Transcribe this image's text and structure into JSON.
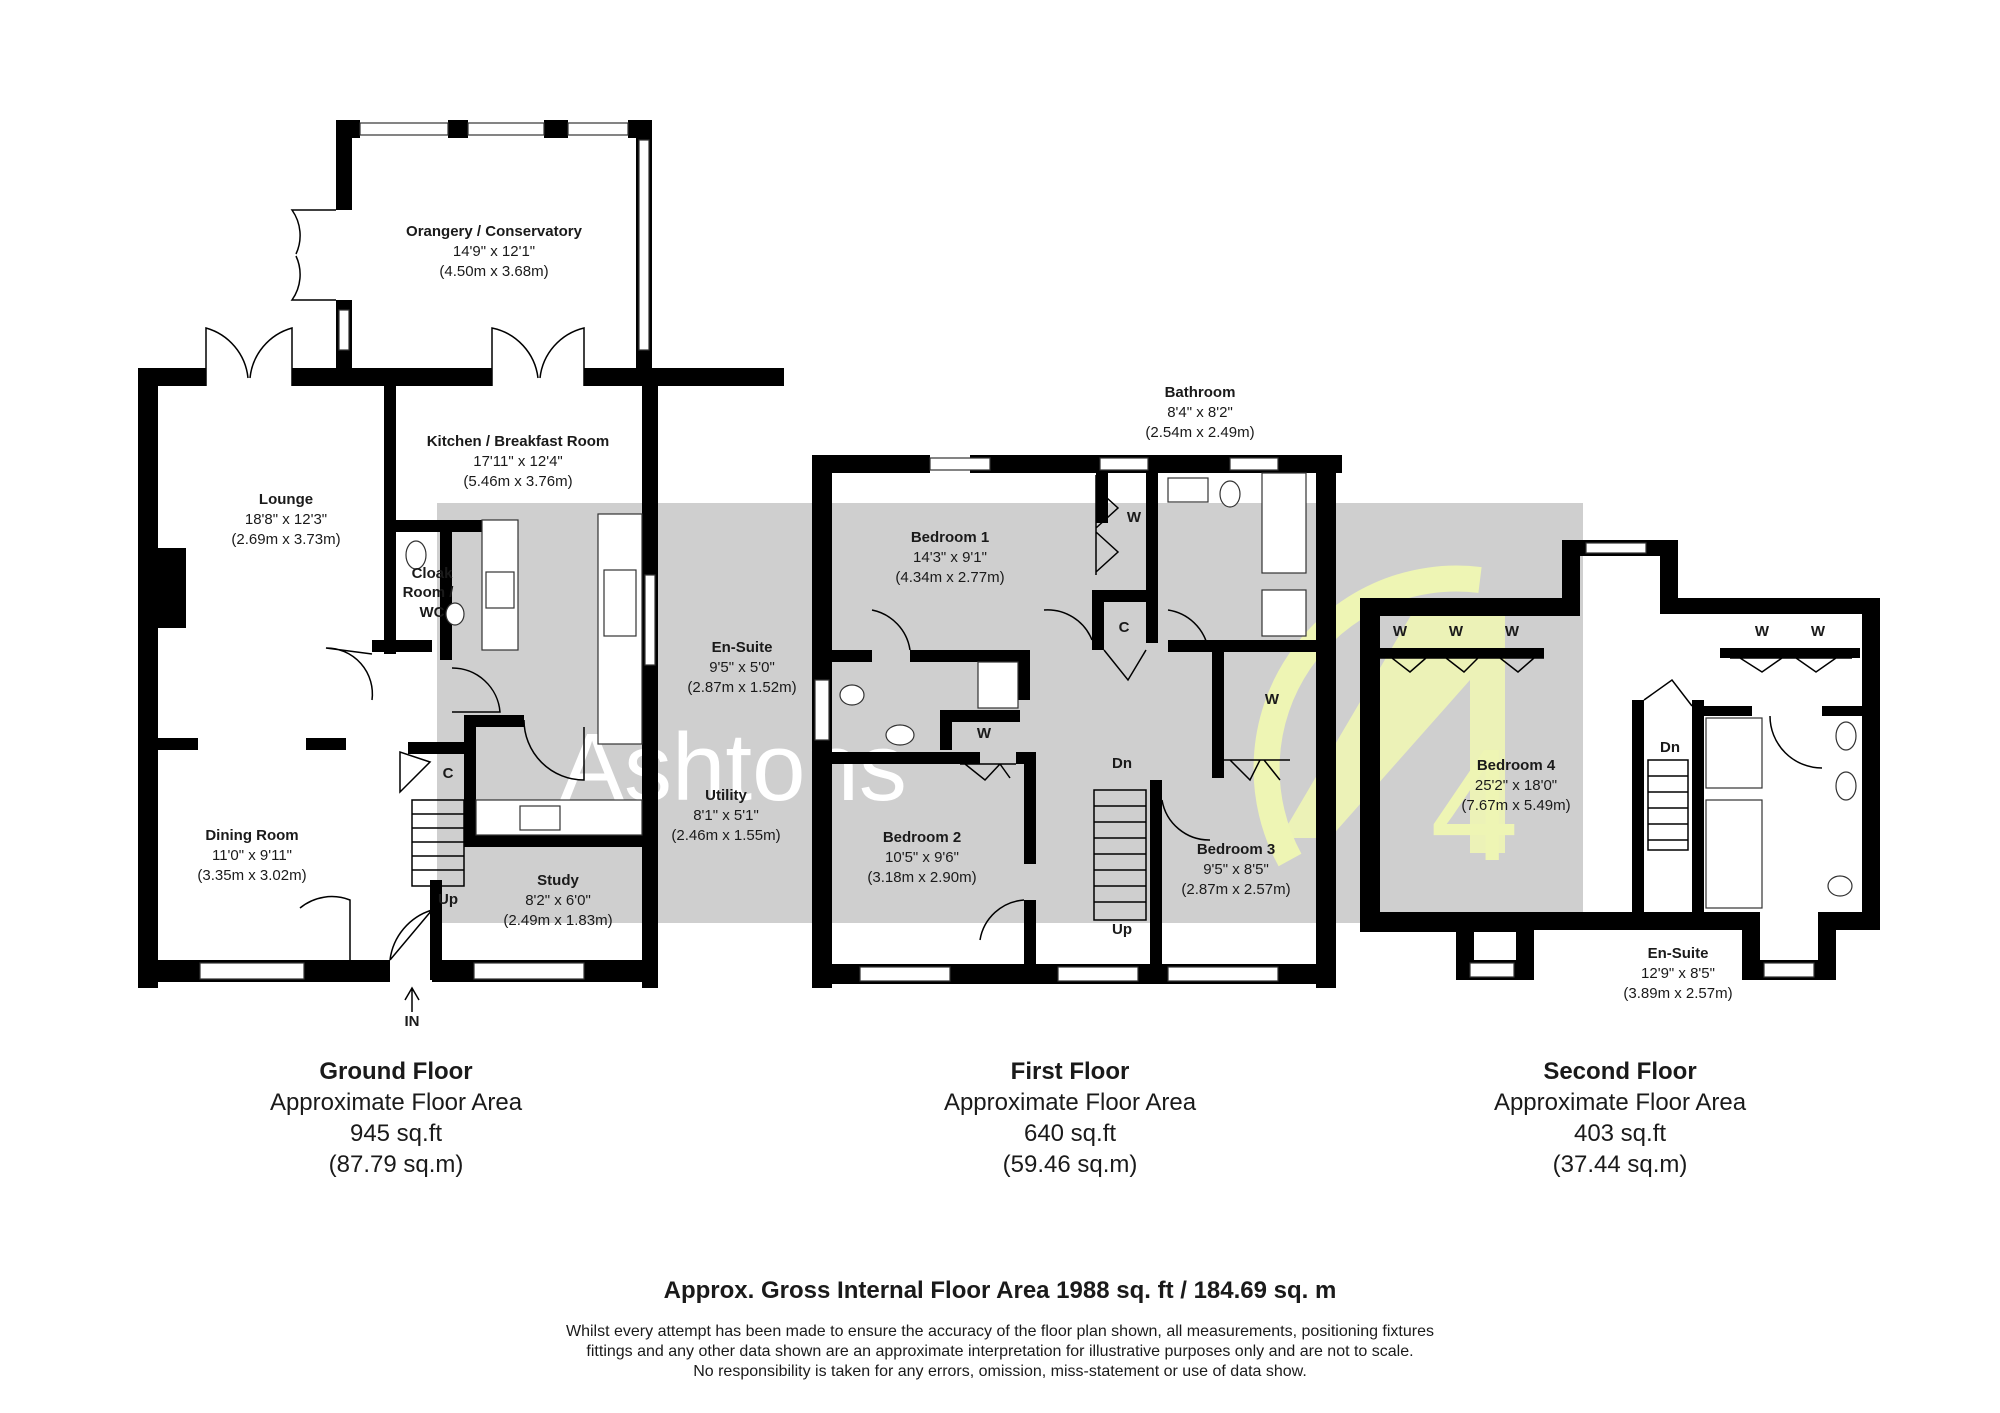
{
  "watermark": {
    "brand_text": "Ashtons",
    "brand_mark": "4"
  },
  "ground": {
    "orangery": {
      "name": "Orangery / Conservatory",
      "imperial": "14'9\" x 12'1\"",
      "metric": "(4.50m x 3.68m)"
    },
    "kitchen": {
      "name": "Kitchen / Breakfast Room",
      "imperial": "17'11\" x 12'4\"",
      "metric": "(5.46m x 3.76m)"
    },
    "lounge": {
      "name": "Lounge",
      "imperial": "18'8\" x 12'3\"",
      "metric": "(2.69m x 3.73m)"
    },
    "cloak": {
      "line1": "Cloak",
      "line2": "Room /",
      "line3": "WC"
    },
    "dining": {
      "name": "Dining Room",
      "imperial": "11'0\" x 9'11\"",
      "metric": "(3.35m x 3.02m)"
    },
    "utility": {
      "name": "Utility",
      "imperial": "8'1\" x 5'1\"",
      "metric": "(2.46m x 1.55m)"
    },
    "study": {
      "name": "Study",
      "imperial": "8'2\" x 6'0\"",
      "metric": "(2.49m x 1.83m)"
    },
    "cupboard": "C",
    "stairs": "Up",
    "entrance": "IN"
  },
  "first": {
    "bathroom": {
      "name": "Bathroom",
      "imperial": "8'4\" x 8'2\"",
      "metric": "(2.54m x 2.49m)"
    },
    "bedroom1": {
      "name": "Bedroom 1",
      "imperial": "14'3\" x 9'1\"",
      "metric": "(4.34m x 2.77m)"
    },
    "ensuite": {
      "name": "En-Suite",
      "imperial": "9'5\" x 5'0\"",
      "metric": "(2.87m x 1.52m)"
    },
    "bedroom2": {
      "name": "Bedroom 2",
      "imperial": "10'5\" x 9'6\"",
      "metric": "(3.18m x 2.90m)"
    },
    "bedroom3": {
      "name": "Bedroom 3",
      "imperial": "9'5\" x 8'5\"",
      "metric": "(2.87m x 2.57m)"
    },
    "wardrobe": "W",
    "cupboard": "C",
    "stairs_down": "Dn",
    "stairs_up": "Up"
  },
  "second": {
    "bedroom4": {
      "name": "Bedroom 4",
      "imperial": "25'2\" x 18'0\"",
      "metric": "(7.67m x 5.49m)"
    },
    "ensuite": {
      "name": "En-Suite",
      "imperial": "12'9\" x 8'5\"",
      "metric": "(3.89m x 2.57m)"
    },
    "wardrobe": "W",
    "stairs_down": "Dn"
  },
  "captions": {
    "ground": {
      "title": "Ground Floor",
      "subtitle": "Approximate Floor Area",
      "sqft": "945 sq.ft",
      "sqm": "(87.79 sq.m)"
    },
    "first": {
      "title": "First Floor",
      "subtitle": "Approximate Floor Area",
      "sqft": "640 sq.ft",
      "sqm": "(59.46 sq.m)"
    },
    "second": {
      "title": "Second Floor",
      "subtitle": "Approximate Floor Area",
      "sqft": "403 sq.ft",
      "sqm": "(37.44 sq.m)"
    }
  },
  "gross_area": "Approx. Gross Internal Floor Area 1988 sq. ft / 184.69 sq. m",
  "disclaimer": {
    "line1": "Whilst every attempt has been made to ensure the accuracy of the floor plan shown, all measurements, positioning fixtures",
    "line2": "fittings and any other data shown are an approximate interpretation for illustrative purposes only and are not to scale.",
    "line3": "No responsibility is taken for any errors, omission, miss-statement or use of data show."
  },
  "colors": {
    "wall": "#000000",
    "watermark_band": "#cfcfcf",
    "watermark_mark": "#eef5b4",
    "text": "#1a1a1a"
  }
}
